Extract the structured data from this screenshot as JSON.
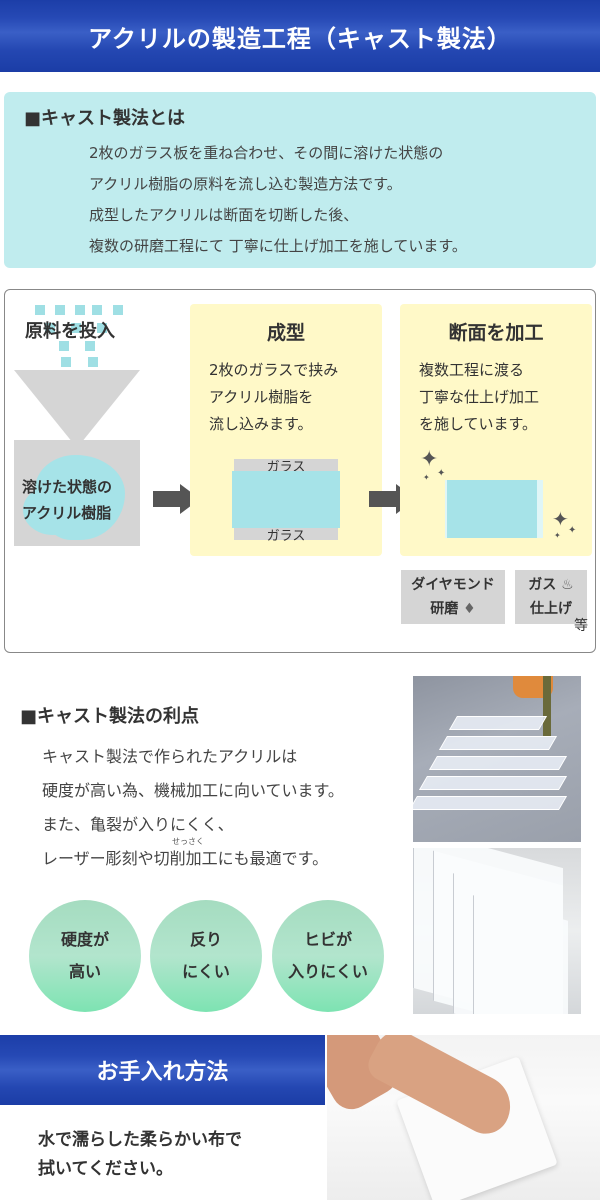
{
  "header": {
    "title": "アクリルの製造工程（キャスト製法）"
  },
  "cast_method": {
    "title": "■キャスト製法とは",
    "lines": [
      "2枚のガラス板を重ね合わせ、その間に溶けた状態の",
      "アクリル樹脂の原料を流し込む製造方法です。",
      "成型したアクリルは断面を切断した後、",
      "複数の研磨工程にて 丁寧に仕上げ加工を施しています。"
    ]
  },
  "process": {
    "step1": {
      "title": "原料を投入",
      "tank_lines": [
        "溶けた状態の",
        "アクリル樹脂"
      ]
    },
    "step2": {
      "title": "成型",
      "lines": [
        "2枚のガラスで挟み",
        "アクリル樹脂を",
        "流し込みます。"
      ],
      "glass_top": "ガラス",
      "glass_bottom": "ガラス"
    },
    "step3": {
      "title": "断面を加工",
      "lines": [
        "複数工程に渡る",
        "丁寧な仕上げ加工",
        "を施しています。"
      ]
    },
    "tags": [
      {
        "line1": "ダイヤモンド",
        "line2": "研磨",
        "icon": "diamond-icon"
      },
      {
        "line1": "ガス",
        "line2": "仕上げ",
        "icon": "flame-icon"
      }
    ],
    "etc": "等"
  },
  "merits": {
    "title": "■キャスト製法の利点",
    "lines": [
      "キャスト製法で作られたアクリルは",
      "硬度が高い為、機械加工に向いています。",
      "また、亀裂が入りにくく、",
      "レーザー彫刻や切削加工にも最適です。"
    ],
    "ruby": "せっさく",
    "badges": [
      {
        "line1": "硬度が",
        "line2": "高い"
      },
      {
        "line1": "反り",
        "line2": "にくい"
      },
      {
        "line1": "ヒビが",
        "line2": "入りにくい"
      }
    ]
  },
  "care": {
    "title": "お手入れ方法",
    "lines": [
      "水で濡らした柔らかい布で",
      "拭いてください。"
    ]
  },
  "colors": {
    "header_blue": "#2447b2",
    "light_cyan": "#c0ecee",
    "resin_cyan": "#a6e3e8",
    "card_yellow": "#fff9c8",
    "badge_green": "#7de3b2",
    "gray": "#d5d5d5"
  }
}
